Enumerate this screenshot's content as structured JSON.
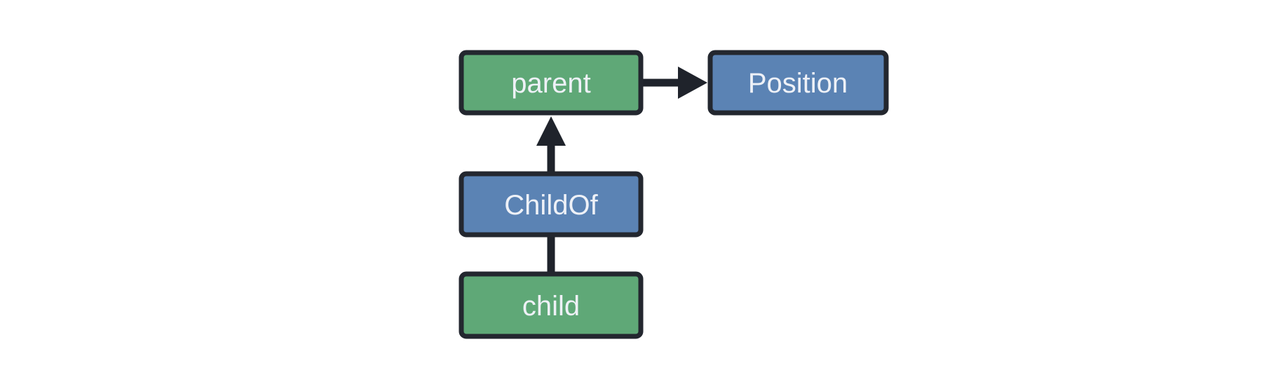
{
  "diagram": {
    "background": "#ffffff",
    "nodes": [
      {
        "id": "parent",
        "label": "parent",
        "fill": "#5fa877"
      },
      {
        "id": "Position",
        "label": "Position",
        "fill": "#5b83b4"
      },
      {
        "id": "ChildOf",
        "label": "ChildOf",
        "fill": "#5b83b4"
      },
      {
        "id": "child",
        "label": "child",
        "fill": "#5fa877"
      }
    ],
    "edges": [
      {
        "from": "parent",
        "to": "Position",
        "arrowhead": true,
        "direction": "right"
      },
      {
        "from": "ChildOf",
        "to": "parent",
        "arrowhead": true,
        "direction": "up"
      },
      {
        "from": "child",
        "to": "ChildOf",
        "arrowhead": false,
        "direction": "up"
      }
    ],
    "colors": {
      "background": "#ffffff",
      "entity_green": "#5fa877",
      "component_blue": "#5b83b4",
      "node_border": "#23272f",
      "edge_black": "#1f232b",
      "label_text": "#eef1f7"
    }
  }
}
